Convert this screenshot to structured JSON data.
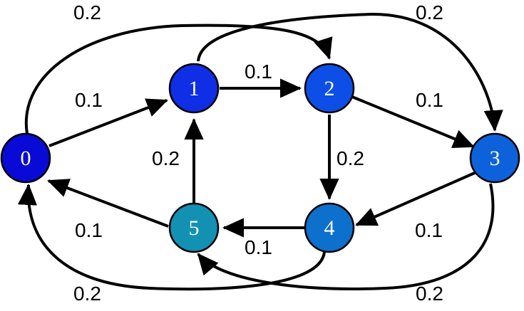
{
  "graph": {
    "nodes": [
      {
        "id": "0",
        "label": "0",
        "color": "#0a0ad6"
      },
      {
        "id": "1",
        "label": "1",
        "color": "#0f2ee6"
      },
      {
        "id": "2",
        "label": "2",
        "color": "#0d4fe6"
      },
      {
        "id": "3",
        "label": "3",
        "color": "#0d62db"
      },
      {
        "id": "4",
        "label": "4",
        "color": "#0d70cc"
      },
      {
        "id": "5",
        "label": "5",
        "color": "#1291b3"
      }
    ],
    "edges": [
      {
        "from": "0",
        "to": "1",
        "weight": "0.1"
      },
      {
        "from": "1",
        "to": "2",
        "weight": "0.1"
      },
      {
        "from": "2",
        "to": "3",
        "weight": "0.1"
      },
      {
        "from": "2",
        "to": "4",
        "weight": "0.2"
      },
      {
        "from": "3",
        "to": "4",
        "weight": "0.1"
      },
      {
        "from": "4",
        "to": "5",
        "weight": "0.1"
      },
      {
        "from": "5",
        "to": "1",
        "weight": "0.2"
      },
      {
        "from": "5",
        "to": "0",
        "weight": "0.1"
      },
      {
        "from": "0",
        "to": "2",
        "weight": "0.2"
      },
      {
        "from": "1",
        "to": "3",
        "weight": "0.2"
      },
      {
        "from": "4",
        "to": "0",
        "weight": "0.2"
      },
      {
        "from": "3",
        "to": "5",
        "weight": "0.2"
      }
    ]
  }
}
